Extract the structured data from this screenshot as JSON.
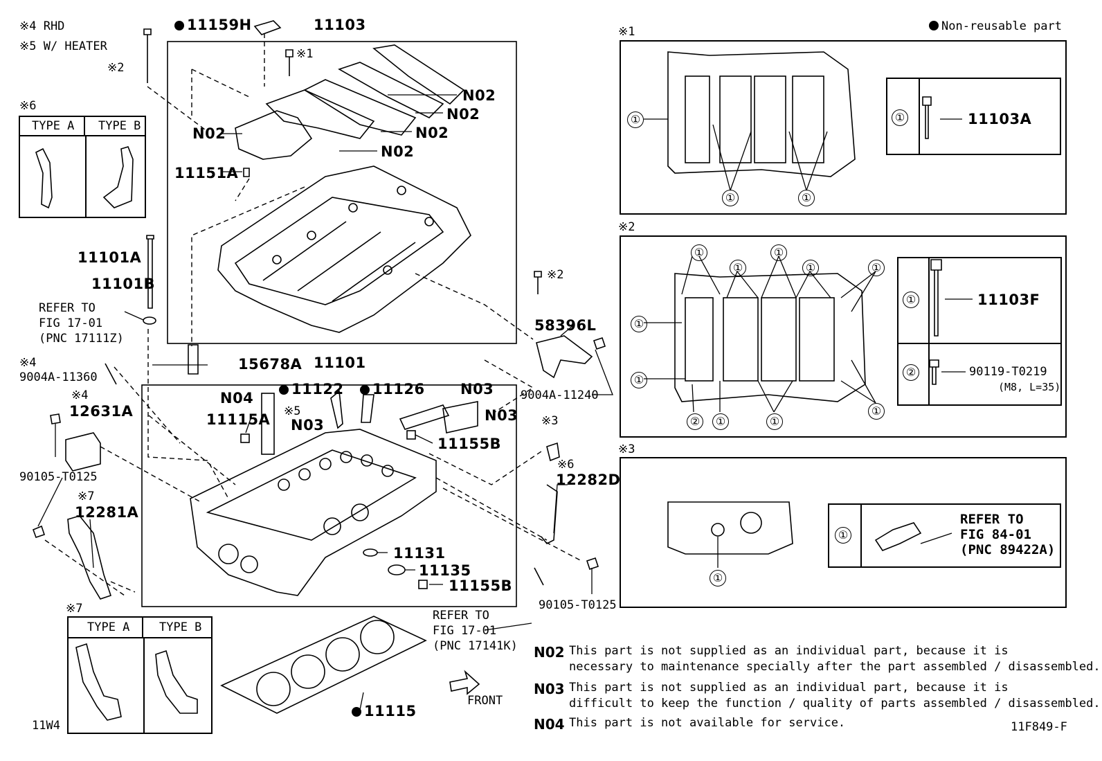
{
  "notes_top": {
    "n4": "※4 RHD",
    "n5": "※5 W/ HEATER",
    "nonreusable": "Non-reusable part"
  },
  "panel6": {
    "title": "※6",
    "type_a": "TYPE A",
    "type_b": "TYPE B"
  },
  "panel7": {
    "title": "※7",
    "type_a": "TYPE A",
    "type_b": "TYPE B"
  },
  "labels": {
    "p11159H": "11159H",
    "p11103": "11103",
    "x1_bolt": "※1",
    "x2_bolt": "※2",
    "n02a": "N02",
    "n02b": "N02",
    "n02c": "N02",
    "n02d": "N02",
    "n02e": "N02",
    "p11151A": "11151A",
    "p11101A": "11101A",
    "p11101B": "11101B",
    "refer1": "REFER TO",
    "refer1b": "FIG 17-01",
    "refer1c": "(PNC 17111Z)",
    "x4a": "※4",
    "p9004A11360": "9004A-11360",
    "x4b": "※4",
    "p12631A": "12631A",
    "p90105a": "90105-T0125",
    "x7": "※7",
    "p12281A": "12281A",
    "p15678A": "15678A",
    "p11101": "11101",
    "n04": "N04",
    "p11122": "11122",
    "p11126": "11126",
    "n03a": "N03",
    "n03b": "N03",
    "n03c": "N03",
    "x5": "※5",
    "p11115A": "11115A",
    "p11155Ba": "11155B",
    "p11131": "11131",
    "p11135": "11135",
    "p11155Bb": "11155B",
    "x2b": "※2",
    "p58396L": "58396L",
    "p9004A11240": "9004A-11240",
    "x3": "※3",
    "x6": "※6",
    "p12282D": "12282D",
    "p90105b": "90105-T0125",
    "refer2": "REFER TO",
    "refer2b": "FIG 17-01",
    "refer2c": "(PNC 17141K)",
    "p11115": "11115",
    "front": "FRONT",
    "code_left": "11W4",
    "code_right": "11F849-F"
  },
  "box1": {
    "title": "※1",
    "callout": "①",
    "part": "11103A"
  },
  "box2": {
    "title": "※2",
    "c1": "①",
    "c2": "②",
    "part1": "11103F",
    "part2": "90119-T0219",
    "spec": "(M8, L=35)"
  },
  "box3": {
    "title": "※3",
    "callout": "①",
    "refer": "REFER TO",
    "fig": "FIG 84-01",
    "pnc": "(PNC 89422A)"
  },
  "footnotes": [
    {
      "code": "N02",
      "line1": "This part is not supplied as an individual part, because it is",
      "line2": "necessary to maintenance specially after the part assembled / disassembled."
    },
    {
      "code": "N03",
      "line1": "This part is not supplied as an individual part, because it is",
      "line2": "difficult to keep the function / quality of parts assembled / disassembled."
    },
    {
      "code": "N04",
      "line1": "This part is not available for service.",
      "line2": ""
    }
  ]
}
